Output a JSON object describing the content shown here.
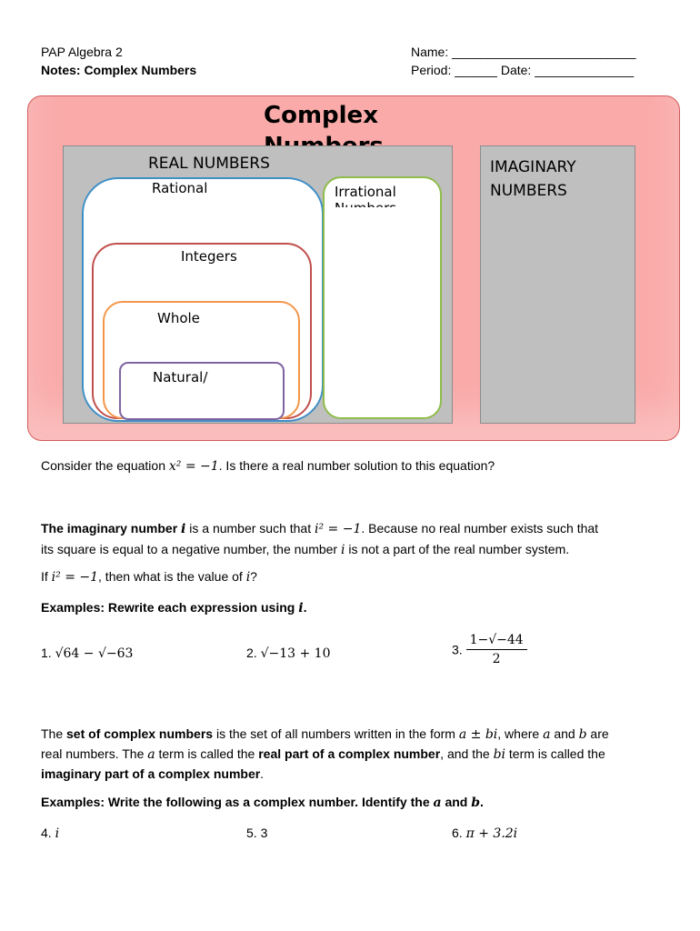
{
  "header": {
    "course": "PAP Algebra 2",
    "notes_title": "Notes:  Complex Numbers",
    "name_label": "Name: __________________________",
    "period_date": "Period: ______ Date: ______________"
  },
  "diagram": {
    "title": "Complex",
    "title_cut": "Numbers",
    "real_label": "REAL NUMBERS",
    "rational": "Rational",
    "irrational": "Irrational",
    "irrational_cut": "Numbers",
    "integers": "Integers",
    "whole": "Whole",
    "natural": "Natural/",
    "imaginary_1": "IMAGINARY",
    "imaginary_2": "NUMBERS",
    "colors": {
      "outer_fill": "#f9aaa9",
      "outer_border": "#d35c5c",
      "gray": "#bfbfbf",
      "rational": "#3f8fc6",
      "integers": "#c0504d",
      "whole": "#f3964a",
      "natural": "#8064a2",
      "irrational": "#8fbc4b"
    }
  },
  "consider": {
    "prefix": "Consider the equation ",
    "math": "x² = −1",
    "suffix": ".  Is there a real number solution to this equation?"
  },
  "imag_def": {
    "bold": "The imaginary number ",
    "i": "i",
    "t1": " is a number such that ",
    "math": "i² = −1",
    "t2": ".  Because no real number exists such that",
    "line2a": "its square is equal to a negative number, the number ",
    "line2b": " is not a part of the real number system."
  },
  "if_line": {
    "t1": "If ",
    "math": "i² = −1",
    "t2": ", then what is the value of ",
    "t3": "?"
  },
  "examples1": {
    "heading": "Examples:  Rewrite each expression using ",
    "heading_i": "i",
    "heading_end": ".",
    "ex1_num": "1.",
    "ex1": "√64 − √−63",
    "ex2_num": "2.",
    "ex2": "√−13 + 10",
    "ex3_num": "3.",
    "ex3_num_expr": "1−√−44",
    "ex3_den": "2"
  },
  "complex_def": {
    "t1": "The ",
    "b1": "set of complex numbers",
    "t2": " is the set of all numbers written in the form ",
    "form": "a ± bi",
    "t3": ", where ",
    "a": "a",
    "t4": " and ",
    "b": "b",
    "t5": " are",
    "l2_t1": "real numbers.  The ",
    "l2_a": "a",
    "l2_t2": " term is called the ",
    "l2_b1": "real part of a complex number",
    "l2_t3": ", and the ",
    "l2_bi": "bi",
    "l2_t4": " term is called the",
    "l3_b": "imaginary part of a complex number",
    "l3_end": "."
  },
  "examples2": {
    "heading": "Examples:  Write the following as a complex number.  Identify the ",
    "a": "a",
    "and": " and ",
    "b": "b",
    "end": ".",
    "ex4_num": "4.",
    "ex4": "i",
    "ex5_num": "5.",
    "ex5": "3",
    "ex6_num": "6.",
    "ex6": "π + 3.2i"
  }
}
